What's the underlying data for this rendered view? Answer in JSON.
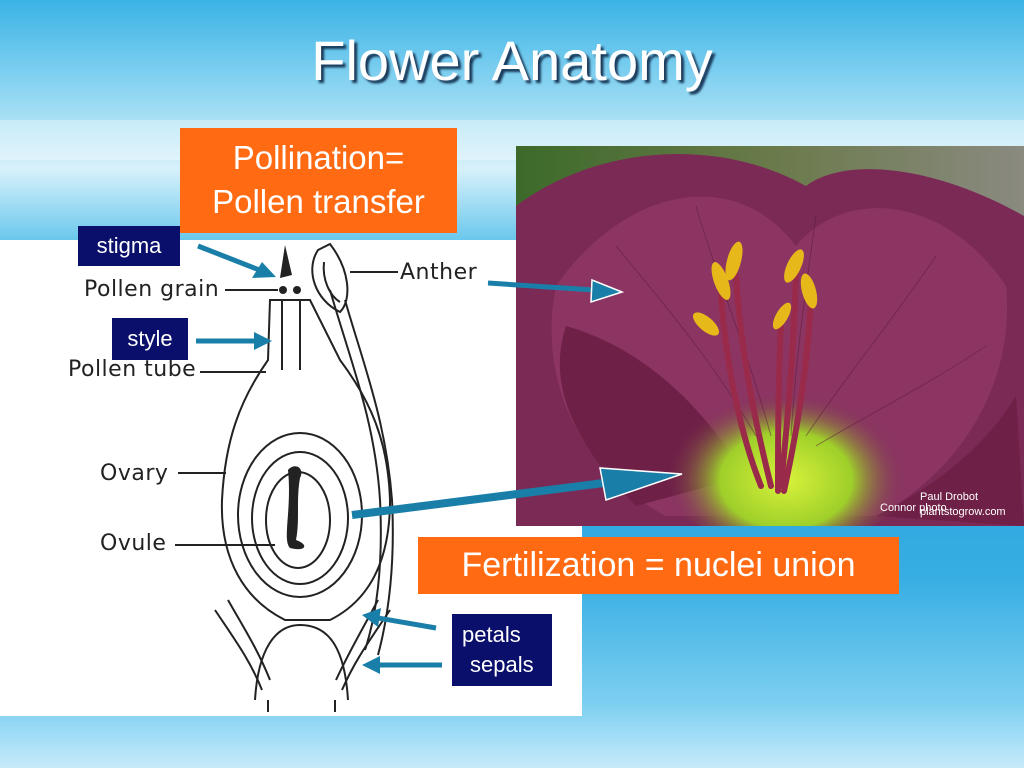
{
  "slide": {
    "title": "Flower Anatomy",
    "pollination_line1": "Pollination=",
    "pollination_line2": "Pollen transfer",
    "fertilization": "Fertilization = nuclei union",
    "labels": {
      "stigma": "stigma",
      "style": "style",
      "petals": "petals",
      "sepals": "sepals"
    }
  },
  "diagram": {
    "anther": "Anther",
    "pollen_grain": "Pollen grain",
    "pollen_tube": "Pollen tube",
    "ovary": "Ovary",
    "ovule": "Ovule"
  },
  "photo": {
    "credit_name": "Paul Drobot",
    "credit_site": "plantstogrow.com",
    "credit_overlay": "Connor photo"
  },
  "colors": {
    "orange_box": "#ff6a13",
    "navy_box": "#0a0f6b",
    "arrow": "#1a7fa8"
  }
}
